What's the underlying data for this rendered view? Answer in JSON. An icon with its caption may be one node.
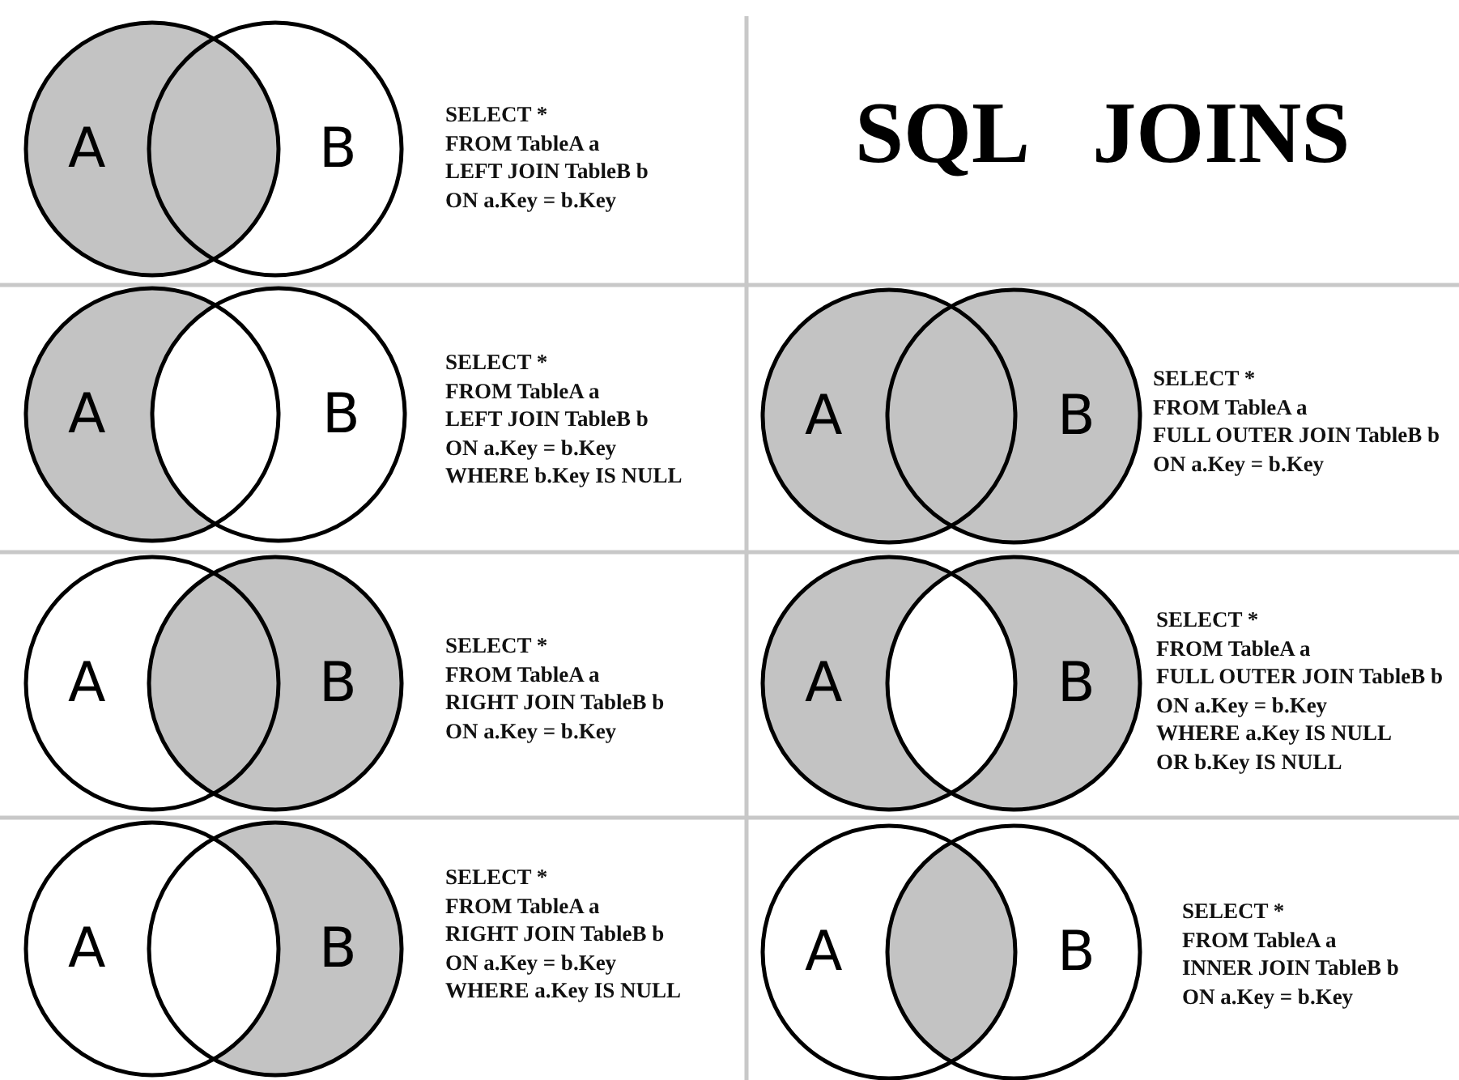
{
  "diagram": {
    "title": "SQL JOINS",
    "nodes": [
      {
        "text": [
          "A"
        ]
      },
      {
        "text": [
          "B"
        ]
      },
      {
        "text": [
          "A"
        ]
      },
      {
        "text": [
          "B"
        ]
      },
      {
        "text": [
          "A"
        ]
      },
      {
        "text": [
          "B"
        ]
      },
      {
        "text": [
          "A"
        ]
      },
      {
        "text": [
          "B"
        ]
      },
      {
        "text": [
          "A"
        ]
      },
      {
        "text": [
          "B"
        ]
      },
      {
        "text": [
          "A"
        ]
      },
      {
        "text": [
          "B"
        ]
      },
      {
        "text": [
          "A"
        ]
      },
      {
        "text": [
          "B"
        ]
      }
    ],
    "labels": [
      "SELECT *",
      "FROM TableA a",
      "LEFT JOIN TableB b",
      "ON a.Key = b.Key",
      "SELECT *",
      "FROM TableA a",
      "LEFT JOIN TableB b",
      "ON a.Key = b.Key",
      "WHERE b.Key IS NULL",
      "SELECT *",
      "FROM TableA a",
      "FULL OUTER JOIN TableB b",
      "ON a.Key = b.Key",
      "SELECT *",
      "FROM TableA a",
      "RIGHT JOIN TableB b",
      "ON a.Key = b.Key",
      "SELECT *",
      "FROM TableA a",
      "FULL OUTER JOIN TableB b",
      "ON a.Key = b.Key",
      "WHERE a.Key IS NULL",
      "OR b.Key IS NULL",
      "SELECT *",
      "FROM TableA a",
      "RIGHT JOIN TableB b",
      "ON a.Key = b.Key",
      "WHERE a.Key IS NULL",
      "SELECT *",
      "FROM TableA a",
      "INNER JOIN TableB b",
      "ON a.Key = b.Key"
    ]
  }
}
